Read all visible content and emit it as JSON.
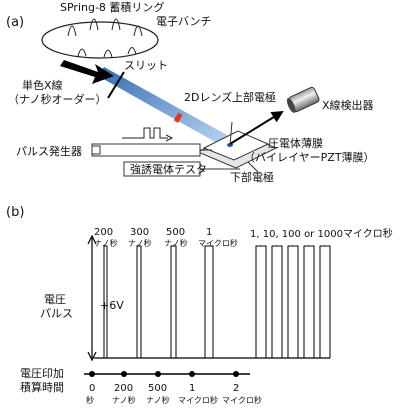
{
  "panel_a": {
    "tag": "(a)",
    "ring": "SPring-8 蓄積リング",
    "bunch": "電子バンチ",
    "slit": "スリット",
    "mono_xray": "単色X線",
    "mono_xray_sub": "（ナノ秒オーダー）",
    "lens": "2Dレンズ",
    "top_electrode": "上部電極",
    "detector": "X線検出器",
    "piezo": "圧電体薄膜",
    "piezo_sub": "（バイレイヤーPZT薄膜）",
    "pulse_gen": "パルス発生器",
    "ferro_tester": "強誘電体テスタ",
    "bottom_electrode": "下部電極"
  },
  "panel_b": {
    "tag": "(b)",
    "voltage_label": "電圧",
    "voltage_label2": "パルス",
    "voltage_level": "+6V",
    "accum_label": "電圧印加",
    "accum_label2": "積算時間",
    "pulse_widths": [
      {
        "value": "200",
        "unit": "ナノ秒"
      },
      {
        "value": "300",
        "unit": "ナノ秒"
      },
      {
        "value": "500",
        "unit": "ナノ秒"
      },
      {
        "value": "1",
        "unit": "マイクロ秒"
      }
    ],
    "pulse_width_long": "1, 10, 100 or 1000マイクロ秒",
    "time_ticks": [
      {
        "value": "0",
        "unit": "秒"
      },
      {
        "value": "200",
        "unit": "ナノ秒"
      },
      {
        "value": "500",
        "unit": "ナノ秒"
      },
      {
        "value": "1",
        "unit": "マイクロ秒"
      },
      {
        "value": "2",
        "unit": "マイクロ秒"
      }
    ]
  }
}
